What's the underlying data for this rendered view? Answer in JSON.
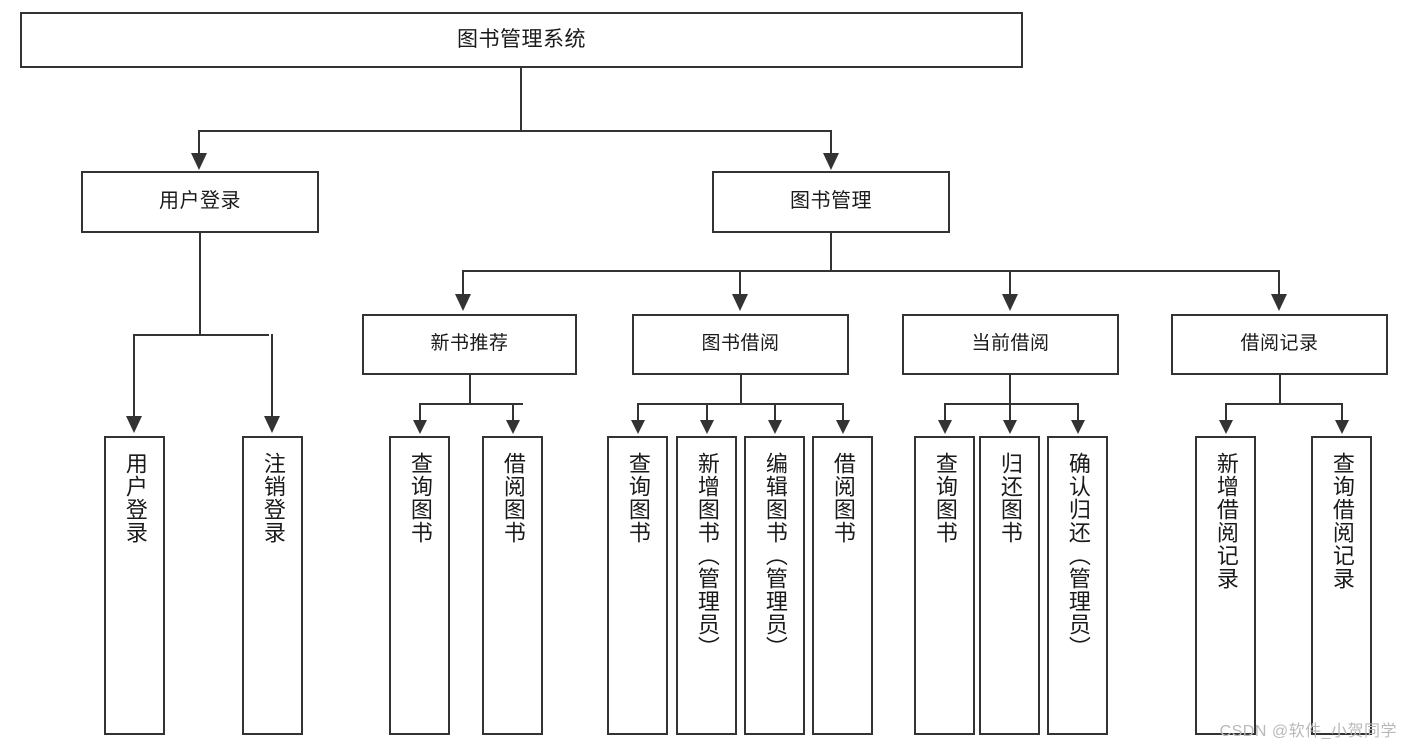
{
  "diagram": {
    "title": "图书管理系统",
    "type": "tree-hierarchy-diagram",
    "colors": {
      "stroke": "#333333",
      "fill": "#ffffff",
      "text": "#1a1a1a",
      "watermark": "#b9b9b9"
    },
    "root": {
      "label": "图书管理系统"
    },
    "level1": [
      {
        "label": "用户登录"
      },
      {
        "label": "图书管理"
      }
    ],
    "level2": [
      {
        "label": "新书推荐"
      },
      {
        "label": "图书借阅"
      },
      {
        "label": "当前借阅"
      },
      {
        "label": "借阅记录"
      }
    ],
    "leaves": {
      "user_login": [
        {
          "label": "用户登录"
        },
        {
          "label": "注销登录"
        }
      ],
      "new_book_recommend": [
        {
          "label": "查询图书"
        },
        {
          "label": "借阅图书"
        }
      ],
      "book_borrow": [
        {
          "label": "查询图书"
        },
        {
          "label": "新增图书（管理员）"
        },
        {
          "label": "编辑图书（管理员）"
        },
        {
          "label": "借阅图书"
        }
      ],
      "current_borrow": [
        {
          "label": "查询图书"
        },
        {
          "label": "归还图书"
        },
        {
          "label": "确认归还（管理员）"
        }
      ],
      "borrow_record": [
        {
          "label": "新增借阅记录"
        },
        {
          "label": "查询借阅记录"
        }
      ]
    },
    "watermark": "CSDN @软件_小贺同学"
  }
}
